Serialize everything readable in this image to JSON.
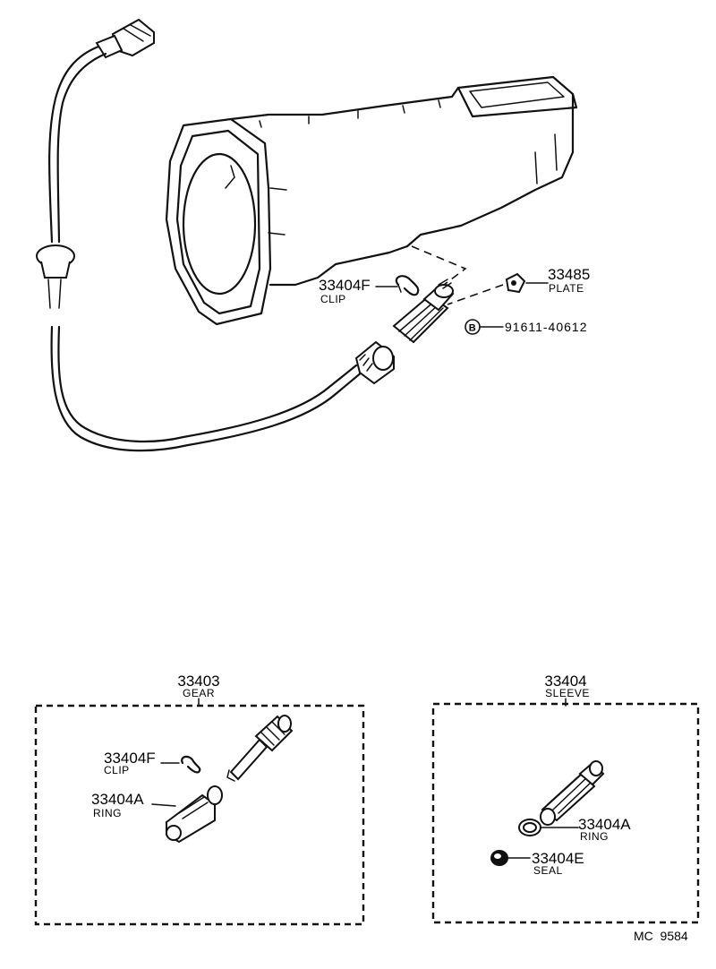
{
  "callouts": {
    "clip_top": {
      "number": "33404F",
      "name": "CLIP"
    },
    "plate": {
      "number": "33485",
      "name": "PLATE"
    },
    "bolt": {
      "symbol": "B",
      "number": "91611-40612"
    }
  },
  "groups": {
    "gear": {
      "number": "33403",
      "name": "GEAR",
      "clip": {
        "number": "33404F",
        "name": "CLIP"
      },
      "ring": {
        "number": "33404A",
        "name": "RING"
      }
    },
    "sleeve": {
      "number": "33404",
      "name": "SLEEVE",
      "ring": {
        "number": "33404A",
        "name": "RING"
      },
      "seal": {
        "number": "33404E",
        "name": "SEAL"
      }
    }
  },
  "drawing_code": "MC  9584"
}
